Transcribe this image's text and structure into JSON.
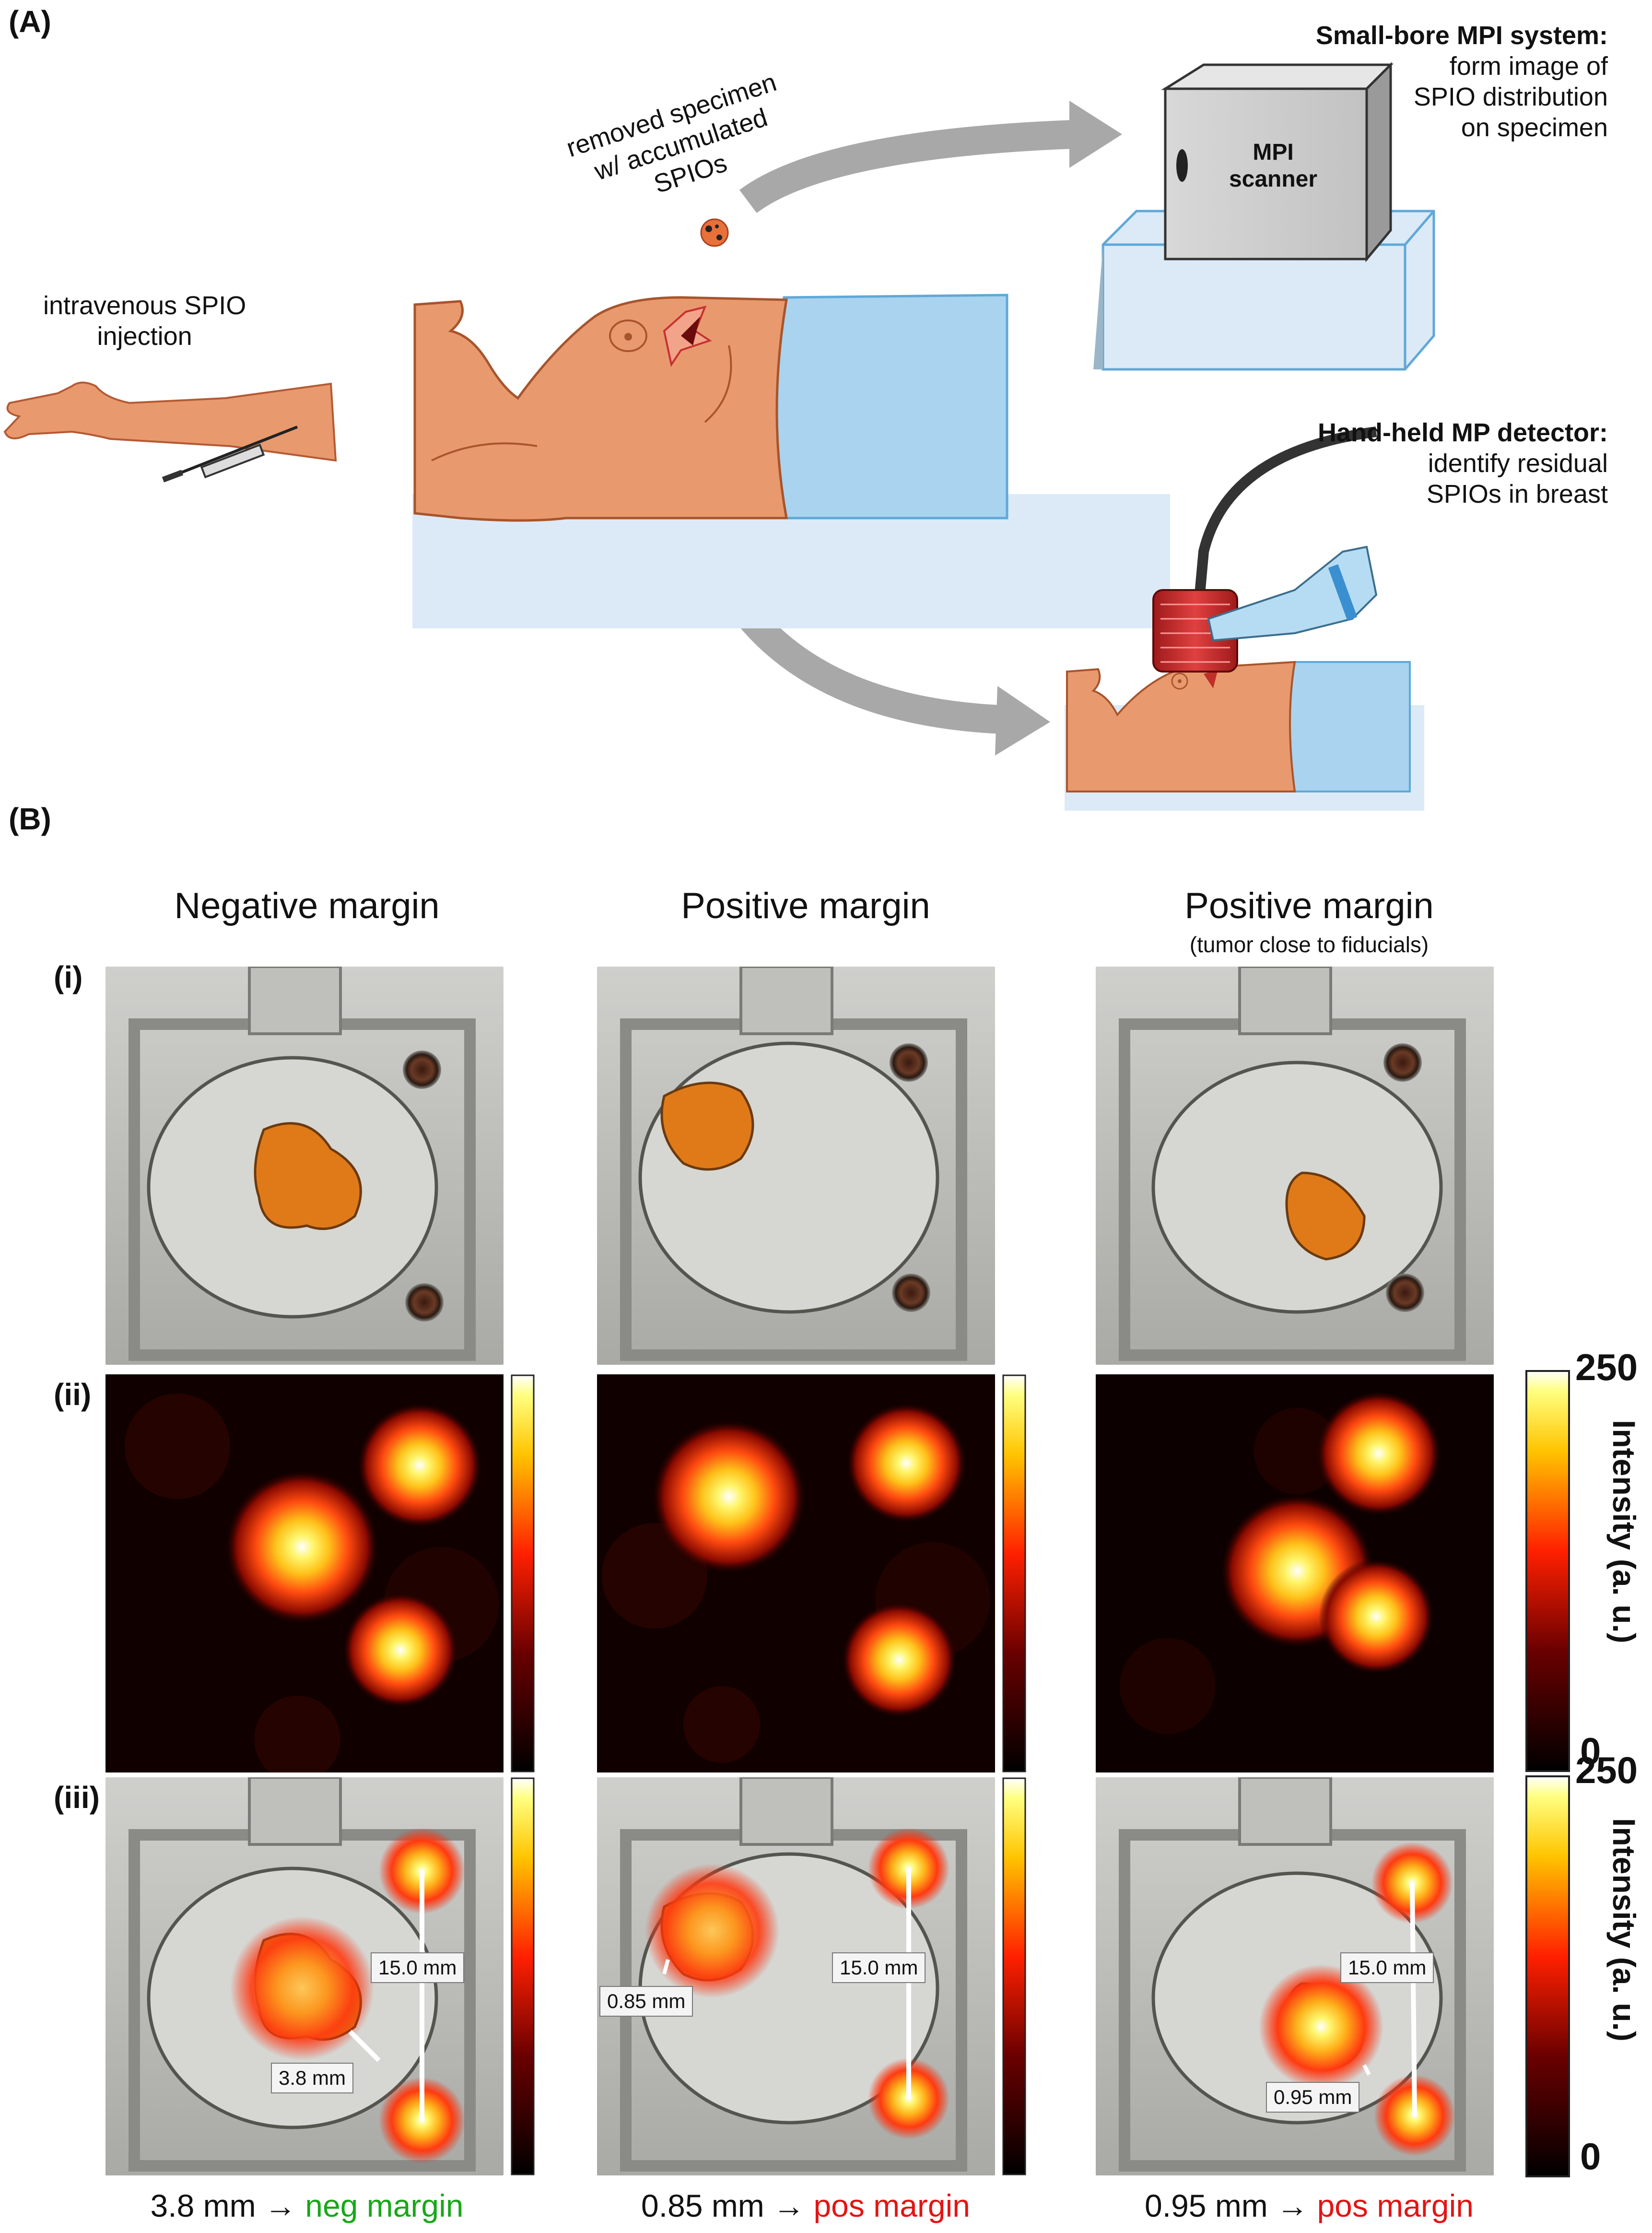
{
  "panel_a": {
    "label": "(A)",
    "mpi_system": {
      "title": "Small-bore MPI system:",
      "line1": "form image of",
      "line2": "SPIO distribution",
      "line3": "on specimen"
    },
    "scanner": {
      "line1": "MPI",
      "line2": "scanner"
    },
    "specimen": {
      "line1": "removed specimen",
      "line2": "w/ accumulated",
      "line3": "SPIOs"
    },
    "injection": {
      "line1": "intravenous SPIO",
      "line2": "injection"
    },
    "detector": {
      "title": "Hand-held MP detector:",
      "line1": "identify residual",
      "line2": "SPIOs in breast"
    }
  },
  "panel_b": {
    "label": "(B)",
    "columns": [
      {
        "title": "Negative margin",
        "subtitle": ""
      },
      {
        "title": "Positive margin",
        "subtitle": ""
      },
      {
        "title": "Positive margin",
        "subtitle": "(tumor close to fiducials)"
      }
    ],
    "rows": [
      "(i)",
      "(ii)",
      "(iii)"
    ],
    "colorbar": {
      "max": "250",
      "min": "0",
      "title": "Intensity (a. u.)"
    },
    "measurements": {
      "neg": {
        "fiducial": "15.0 mm",
        "margin": "3.8 mm"
      },
      "pos": {
        "fiducial": "15.0 mm",
        "margin": "0.85 mm"
      },
      "pos2": {
        "fiducial": "15.0 mm",
        "margin": "0.95 mm"
      }
    },
    "captions": [
      {
        "value": "3.8 mm",
        "arrow": "→",
        "verdict": "neg margin",
        "verdict_color": "#18a818"
      },
      {
        "value": "0.85 mm",
        "arrow": "→",
        "verdict": "pos margin",
        "verdict_color": "#e41414"
      },
      {
        "value": "0.95 mm",
        "arrow": "→",
        "verdict": "pos margin",
        "verdict_color": "#e41414"
      }
    ]
  },
  "colors": {
    "skin": "#e89a6e",
    "drape": "#a9d3ee",
    "table": "#dbeaf6",
    "arrow": "#a8a8a8",
    "hot": "#ffdd33"
  }
}
